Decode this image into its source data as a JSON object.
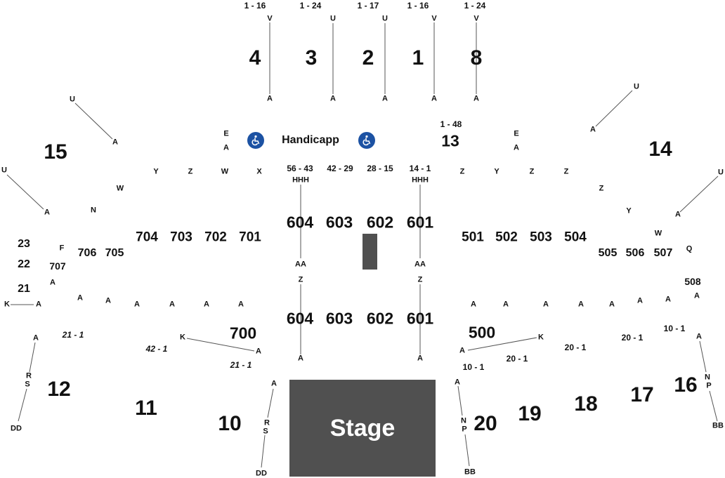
{
  "stage": {
    "label": "Stage"
  },
  "handicap": {
    "label": "Handicapp",
    "icon": "wheelchair-icon",
    "icon_color": "#1c52a3"
  },
  "colors": {
    "stage": "#505050",
    "text": "#111111",
    "background": "#ffffff"
  },
  "upper_sections": {
    "s4": {
      "name": "4",
      "range": "1 - 16",
      "top_row": "V",
      "bottom_row": "A"
    },
    "s3": {
      "name": "3",
      "range": "1 - 24",
      "top_row": "U",
      "bottom_row": "A"
    },
    "s2": {
      "name": "2",
      "range": "1 - 17",
      "top_row": "U",
      "bottom_row": "A"
    },
    "s1": {
      "name": "1",
      "range": "1 - 16",
      "top_row": "V",
      "bottom_row": "A"
    },
    "s8": {
      "name": "8",
      "range": "1 - 24",
      "top_row": "V",
      "bottom_row": "A"
    }
  },
  "section13": {
    "name": "13",
    "range": "1 - 48"
  },
  "sections": {
    "s15": "15",
    "s14": "14",
    "s12": "12",
    "s11": "11",
    "s10": "10",
    "s16": "16",
    "s17": "17",
    "s18": "18",
    "s19": "19",
    "s20": "20",
    "s23": "23",
    "s22": "22",
    "s21": "21",
    "s700": "700",
    "s500": "500",
    "s704": "704",
    "s703": "703",
    "s702": "702",
    "s701": "701",
    "s706": "706",
    "s705": "705",
    "s707": "707",
    "s501": "501",
    "s502": "502",
    "s503": "503",
    "s504": "504",
    "s505": "505",
    "s506": "506",
    "s507": "507",
    "s508": "508",
    "s604": "604",
    "s603": "603",
    "s602": "602",
    "s601": "601"
  },
  "floor_ranges": {
    "r1": "56 - 43",
    "r2": "42 - 29",
    "r3": "28 - 15",
    "r4": "14 - 1"
  },
  "seat_ranges": {
    "r21a": "21 - 1",
    "r42": "42 - 1",
    "r21b": "21 - 1",
    "r20a": "20 - 1",
    "r20b": "20 - 1",
    "r20c": "20 - 1",
    "r10a": "10 - 1",
    "r10b": "10 - 1"
  },
  "row_letters": {
    "a": "A",
    "e": "E",
    "f": "F",
    "k": "K",
    "n": "N",
    "p": "P",
    "q": "Q",
    "r": "R",
    "s": "S",
    "u": "U",
    "w": "W",
    "x": "X",
    "y": "Y",
    "z": "Z",
    "aa": "AA",
    "bb": "BB",
    "dd": "DD",
    "hhh": "HHH"
  }
}
